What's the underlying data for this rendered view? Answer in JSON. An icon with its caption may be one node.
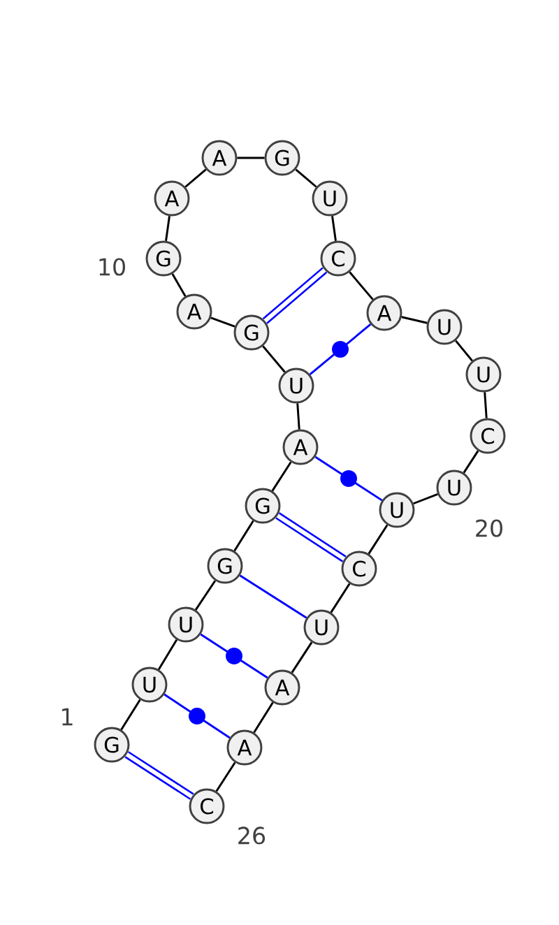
{
  "diagram": {
    "nodes": [
      {
        "text": [
          "G"
        ]
      },
      {
        "text": [
          "U"
        ]
      },
      {
        "text": [
          "U"
        ]
      },
      {
        "text": [
          "G"
        ]
      },
      {
        "text": [
          "G"
        ]
      },
      {
        "text": [
          "A"
        ]
      },
      {
        "text": [
          "U"
        ]
      },
      {
        "text": [
          "G"
        ]
      },
      {
        "text": [
          "A"
        ]
      },
      {
        "text": [
          "G"
        ]
      },
      {
        "text": [
          "A"
        ]
      },
      {
        "text": [
          "A"
        ]
      },
      {
        "text": [
          "G"
        ]
      },
      {
        "text": [
          "U"
        ]
      },
      {
        "text": [
          "C"
        ]
      },
      {
        "text": [
          "A"
        ]
      },
      {
        "text": [
          "U"
        ]
      },
      {
        "text": [
          "U"
        ]
      },
      {
        "text": [
          "C"
        ]
      },
      {
        "text": [
          "U"
        ]
      },
      {
        "text": [
          "U"
        ]
      },
      {
        "text": [
          "C"
        ]
      },
      {
        "text": [
          "U"
        ]
      },
      {
        "text": [
          "A"
        ]
      },
      {
        "text": [
          "A"
        ]
      },
      {
        "text": [
          "C"
        ]
      }
    ],
    "edges": [
      {
        "from": 0,
        "to": 1,
        "arrow": "none"
      },
      {
        "from": 1,
        "to": 2,
        "arrow": "none"
      },
      {
        "from": 2,
        "to": 3,
        "arrow": "none"
      },
      {
        "from": 3,
        "to": 4,
        "arrow": "none"
      },
      {
        "from": 4,
        "to": 5,
        "arrow": "none"
      },
      {
        "from": 5,
        "to": 6,
        "arrow": "none"
      },
      {
        "from": 6,
        "to": 7,
        "arrow": "none"
      },
      {
        "from": 7,
        "to": 8,
        "arrow": "none"
      },
      {
        "from": 8,
        "to": 9,
        "arrow": "none"
      },
      {
        "from": 9,
        "to": 10,
        "arrow": "none"
      },
      {
        "from": 10,
        "to": 11,
        "arrow": "none"
      },
      {
        "from": 11,
        "to": 12,
        "arrow": "none"
      },
      {
        "from": 12,
        "to": 13,
        "arrow": "none"
      },
      {
        "from": 13,
        "to": 14,
        "arrow": "none"
      },
      {
        "from": 14,
        "to": 15,
        "arrow": "none"
      },
      {
        "from": 15,
        "to": 16,
        "arrow": "none"
      },
      {
        "from": 16,
        "to": 17,
        "arrow": "none"
      },
      {
        "from": 17,
        "to": 18,
        "arrow": "none"
      },
      {
        "from": 18,
        "to": 19,
        "arrow": "none"
      },
      {
        "from": 19,
        "to": 20,
        "arrow": "none"
      },
      {
        "from": 20,
        "to": 21,
        "arrow": "none"
      },
      {
        "from": 21,
        "to": 22,
        "arrow": "none"
      },
      {
        "from": 22,
        "to": 23,
        "arrow": "none"
      },
      {
        "from": 23,
        "to": 24,
        "arrow": "none"
      },
      {
        "from": 24,
        "to": 25,
        "arrow": "none"
      },
      {
        "from": 0,
        "to": 25,
        "arrow": "none",
        "style": "thick",
        "color": "#0000ff"
      },
      {
        "from": 1,
        "to": 24,
        "arrow": "none",
        "color": "#0000ff"
      },
      {
        "from": 2,
        "to": 23,
        "arrow": "none",
        "color": "#0000ff"
      },
      {
        "from": 3,
        "to": 22,
        "arrow": "none",
        "color": "#0000ff"
      },
      {
        "from": 4,
        "to": 21,
        "arrow": "none",
        "style": "thick",
        "color": "#0000ff"
      },
      {
        "from": 5,
        "to": 20,
        "arrow": "none",
        "color": "#0000ff"
      },
      {
        "from": 6,
        "to": 15,
        "arrow": "none",
        "color": "#0000ff"
      },
      {
        "from": 7,
        "to": 14,
        "arrow": "none",
        "style": "thick",
        "color": "#0000ff"
      }
    ],
    "labels": [
      "10",
      "20",
      "1",
      "26"
    ]
  }
}
